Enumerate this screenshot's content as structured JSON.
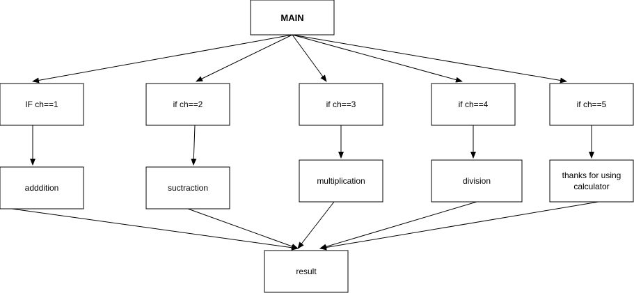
{
  "nodes": {
    "main": "MAIN",
    "cond1": "IF ch==1",
    "cond2": "if ch==2",
    "cond3": "if ch==3",
    "cond4": "if ch==4",
    "cond5": "if ch==5",
    "op1": "adddition",
    "op2": "suctraction",
    "op3": "multiplication",
    "op4": "division",
    "op5_line1": "thanks for using",
    "op5_line2": "calculator",
    "result": "result"
  },
  "colors": {
    "stroke": "#000000",
    "fill": "#ffffff"
  }
}
